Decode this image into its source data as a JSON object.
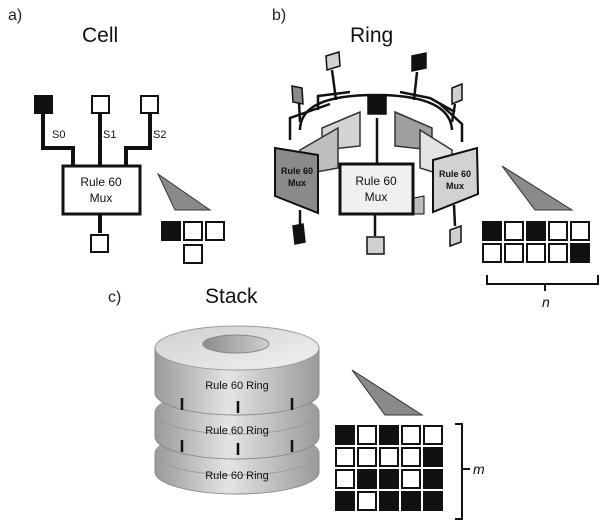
{
  "panels": {
    "a": {
      "letter": "a)",
      "title": "Cell",
      "selectors": [
        "S0",
        "S1",
        "S2"
      ],
      "mux_line1": "Rule 60",
      "mux_line2": "Mux"
    },
    "b": {
      "letter": "b)",
      "title": "Ring",
      "mux_line1": "Rule 60",
      "mux_line2": "Mux",
      "side_line1": "Rule 60",
      "side_line2": "Mux",
      "n_label": "n"
    },
    "c": {
      "letter": "c)",
      "title": "Stack",
      "rings": [
        "Rule 60 Ring",
        "Rule 60 Ring",
        "Rule 60 Ring"
      ],
      "m_label": "m"
    }
  },
  "colors": {
    "black": "#111111",
    "gray": "#8a8a8a",
    "light_gray": "#d0d0d0",
    "white": "#ffffff"
  },
  "grids": {
    "cell_inputs": [
      1,
      0,
      0
    ],
    "ring_grid": [
      [
        1,
        0,
        1,
        0,
        0
      ],
      [
        0,
        0,
        0,
        0,
        1
      ]
    ],
    "stack_grid": [
      [
        1,
        0,
        1,
        0,
        0
      ],
      [
        0,
        0,
        0,
        0,
        1
      ],
      [
        0,
        1,
        1,
        0,
        1
      ],
      [
        1,
        0,
        1,
        1,
        1
      ]
    ]
  }
}
